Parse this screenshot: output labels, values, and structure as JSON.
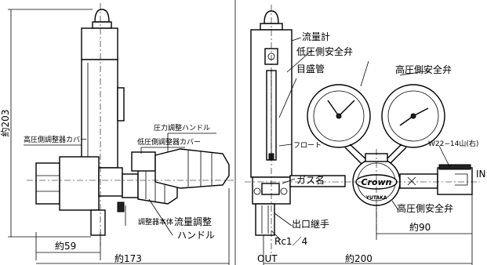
{
  "left_view": {
    "label_height": "約203",
    "label_hp_cover": "高圧側調整器カバー",
    "label_pressure_handle": "圧力調整ハンドル",
    "label_lp_cover": "低圧側調整器カバー",
    "label_body": "調整器本体",
    "label_flow_handle_1": "流量調整",
    "label_flow_handle_2": "ハンドル",
    "label_width_59": "約59",
    "label_width_173": "約173"
  },
  "right_view": {
    "label_flowmeter": "流量計",
    "label_lp_safety": "低圧側安全弁",
    "label_scale_tube": "目盛管",
    "label_hp_safety_top": "高圧側安全弁",
    "label_float": "フロート",
    "label_gas_name": "ガス名",
    "label_outlet": "出口継手",
    "label_rc": "Rc1／4",
    "label_out": "OUT",
    "label_inlet_thread": "W22−14山(右)",
    "label_in": "IN",
    "label_hp_safety_bottom": "高圧側安全弁",
    "label_width_90": "約90",
    "label_width_200": "約200",
    "brand_logo": "Crown",
    "brand_sub": "YUTAKA"
  }
}
